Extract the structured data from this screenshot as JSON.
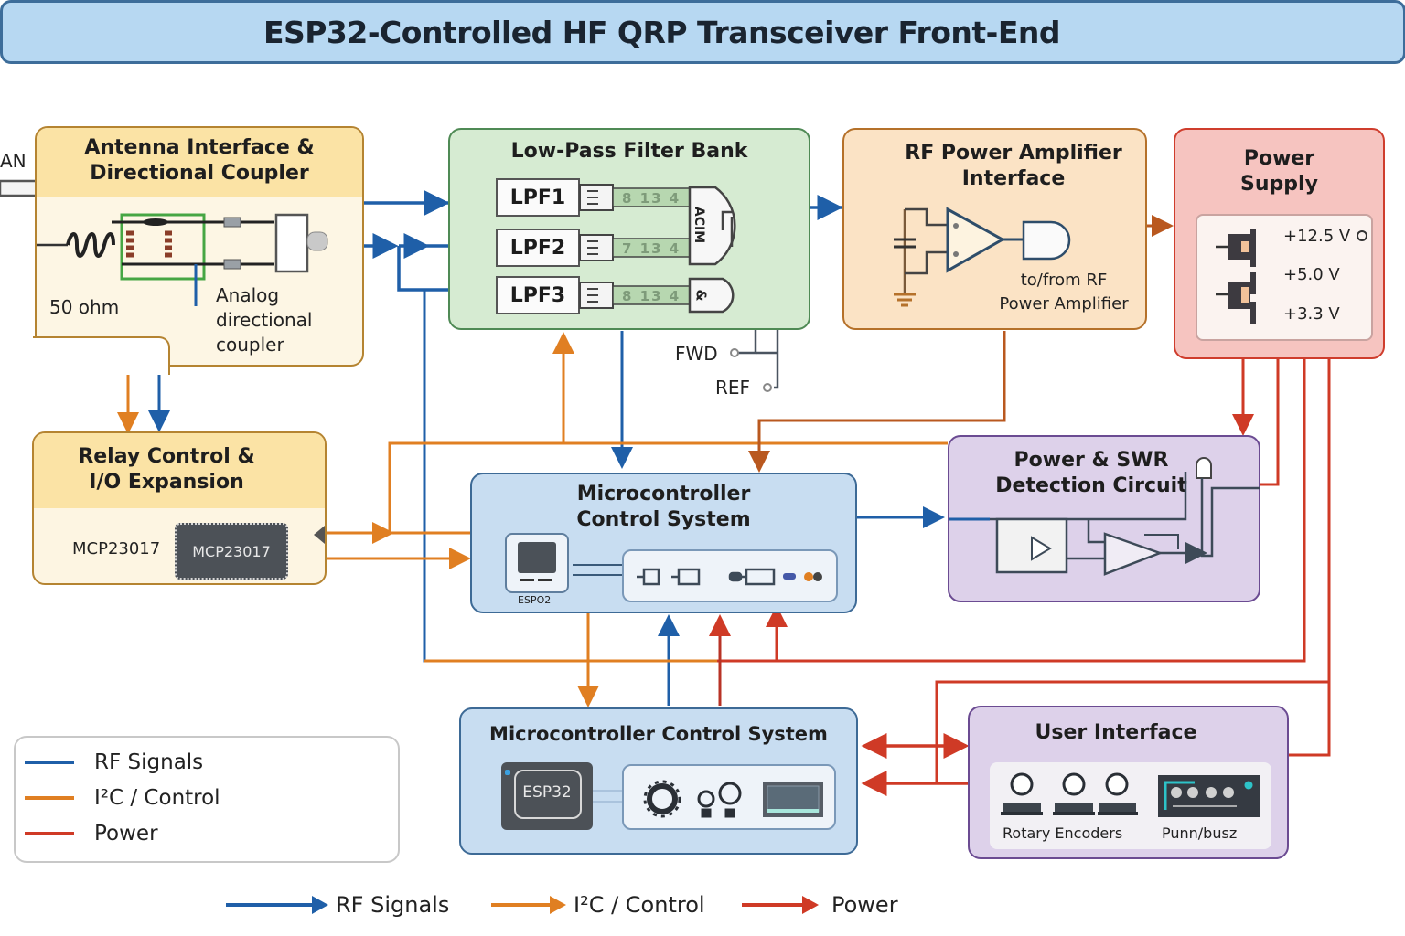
{
  "title": "ESP32-Controlled HF QRP Transceiver Front-End",
  "colors": {
    "rf": "#1f5fa8",
    "control": "#e07f22",
    "power": "#cf3a26",
    "title_bg": "#b7d8f2"
  },
  "antenna_input_label": "AN",
  "antenna": {
    "title_line1": "Antenna Interface &",
    "title_line2": "Directional Coupler",
    "impedance_label": "50 ohm",
    "coupler_label_line1": "Analog",
    "coupler_label_line2": "directional",
    "coupler_label_line3": "coupler"
  },
  "lpf_bank": {
    "title": "Low-Pass Filter Bank",
    "filters": [
      {
        "label": "LPF1",
        "code": "8 13 4"
      },
      {
        "label": "LPF2",
        "code": "7 13 4"
      },
      {
        "label": "LPF3",
        "code": "8 13 4"
      }
    ],
    "gate_upper_label": "ACIM",
    "gate_lower_label": "&",
    "fwd_label": "FWD",
    "ref_label": "REF"
  },
  "rf_pa": {
    "title_line1": "RF Power Amplifier",
    "title_line2": "Interface",
    "note_line1": "to/from RF",
    "note_line2": "Power Amplifier"
  },
  "power_supply": {
    "title_line1": "Power",
    "title_line2": "Supply",
    "rails": [
      "+12.5 V",
      "+5.0 V",
      "+3.3 V"
    ]
  },
  "relay": {
    "title_line1": "Relay Control &",
    "title_line2": "I/O Expansion",
    "part_label": "MCP23017",
    "chip_label": "MCP23017"
  },
  "mcu_upper": {
    "title_line1": "Microcontroller",
    "title_line2": "Control System",
    "chip_label": "ESPO2"
  },
  "swr": {
    "title_line1": "Power & SWR",
    "title_line2": "Detection Circuit"
  },
  "mcu_lower": {
    "title": "Microcontroller Control System",
    "chip_label": "ESP32"
  },
  "user_interface": {
    "title": "User Interface",
    "encoders_label": "Rotary Encoders",
    "panel_label": "Punn/busz"
  },
  "legend_box": [
    {
      "label": "RF Signals",
      "type": "rf"
    },
    {
      "label": "I²C / Control",
      "type": "control"
    },
    {
      "label": "Power",
      "type": "power"
    }
  ],
  "legend_bottom": [
    {
      "label": "RF Signals",
      "type": "rf"
    },
    {
      "label": "I²C / Control",
      "type": "control"
    },
    {
      "label": "Power",
      "type": "power"
    }
  ]
}
